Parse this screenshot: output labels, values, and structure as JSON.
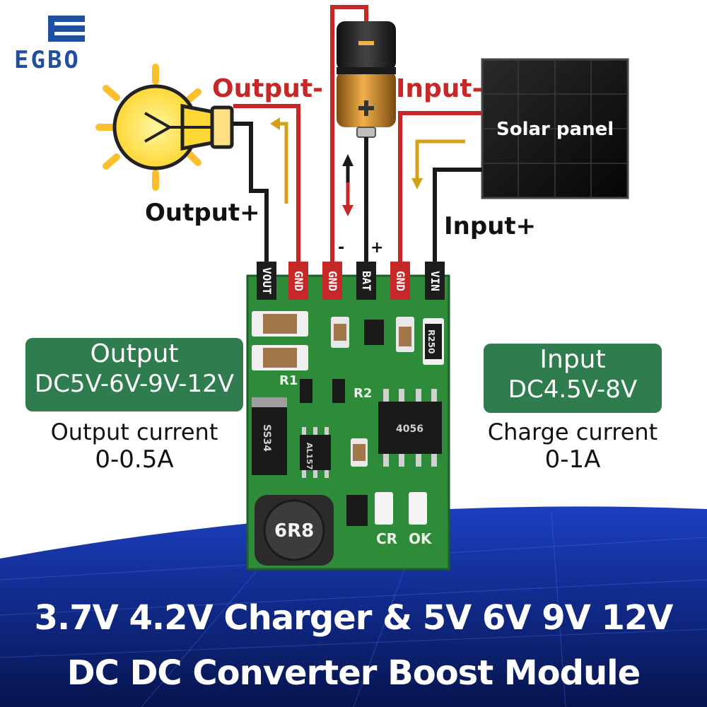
{
  "brand": {
    "logo_text": "EGBO"
  },
  "labels": {
    "output_minus": "Output-",
    "output_plus": "Output+",
    "input_minus": "Input-",
    "input_plus": "Input+",
    "solar_panel": "Solar panel",
    "bat_minus": "-",
    "bat_plus": "+"
  },
  "pins": [
    "VOUT",
    "GND",
    "GND",
    "BAT",
    "GND",
    "VIN"
  ],
  "output_box": {
    "line1": "Output",
    "line2": "DC5V-6V-9V-12V"
  },
  "output_spec": {
    "line1": "Output current",
    "line2": "0-0.5A"
  },
  "input_box": {
    "line1": "Input",
    "line2": "DC4.5V-8V"
  },
  "input_spec": {
    "line1": "Charge current",
    "line2": "0-1A"
  },
  "board": {
    "inductor": "6R8",
    "diode": "SS34",
    "chip_right": "4056",
    "chip_left": "AL157",
    "resistor_r250": "R250",
    "r1": "R1",
    "r2": "R2",
    "led_cr": "CR",
    "led_ok": "OK"
  },
  "title": {
    "line1": "3.7V 4.2V Charger & 5V 6V 9V 12V",
    "line2": "DC DC Converter Boost Module"
  },
  "colors": {
    "wire_red": "#c62828",
    "wire_black": "#1a1a1a",
    "flow_arrow": "#d4a017",
    "pcb_green": "#2e8b3a",
    "label_box": "#2f7d4e",
    "banner_blue": "#0d2a8a"
  }
}
